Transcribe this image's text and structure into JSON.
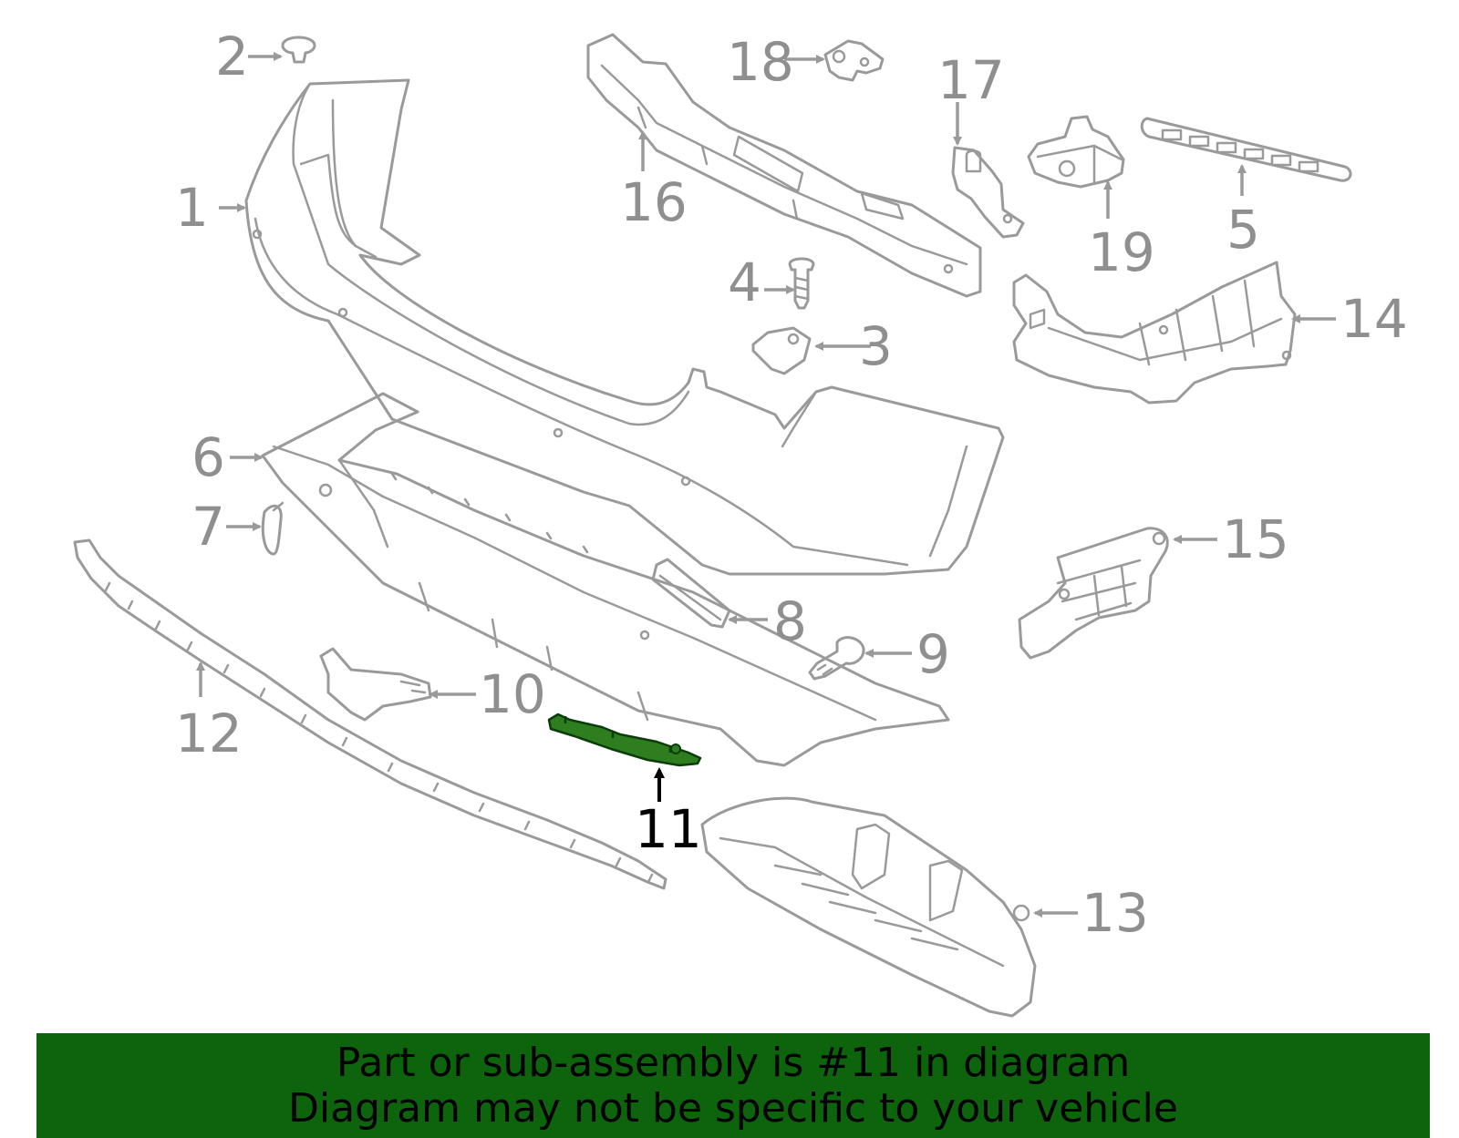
{
  "diagram": {
    "highlighted_part": "11",
    "highlight_color": "#2e7d1e",
    "line_color": "#9a9a9a",
    "callouts": [
      {
        "id": "1",
        "label": "1"
      },
      {
        "id": "2",
        "label": "2"
      },
      {
        "id": "3",
        "label": "3"
      },
      {
        "id": "4",
        "label": "4"
      },
      {
        "id": "5",
        "label": "5"
      },
      {
        "id": "6",
        "label": "6"
      },
      {
        "id": "7",
        "label": "7"
      },
      {
        "id": "8",
        "label": "8"
      },
      {
        "id": "9",
        "label": "9"
      },
      {
        "id": "10",
        "label": "10"
      },
      {
        "id": "11",
        "label": "11"
      },
      {
        "id": "12",
        "label": "12"
      },
      {
        "id": "13",
        "label": "13"
      },
      {
        "id": "14",
        "label": "14"
      },
      {
        "id": "15",
        "label": "15"
      },
      {
        "id": "16",
        "label": "16"
      },
      {
        "id": "17",
        "label": "17"
      },
      {
        "id": "18",
        "label": "18"
      },
      {
        "id": "19",
        "label": "19"
      }
    ]
  },
  "banner": {
    "line1": "Part or sub-assembly is #11 in diagram",
    "line2": "Diagram may not be specific to your vehicle",
    "background_color": "#0d640d"
  }
}
